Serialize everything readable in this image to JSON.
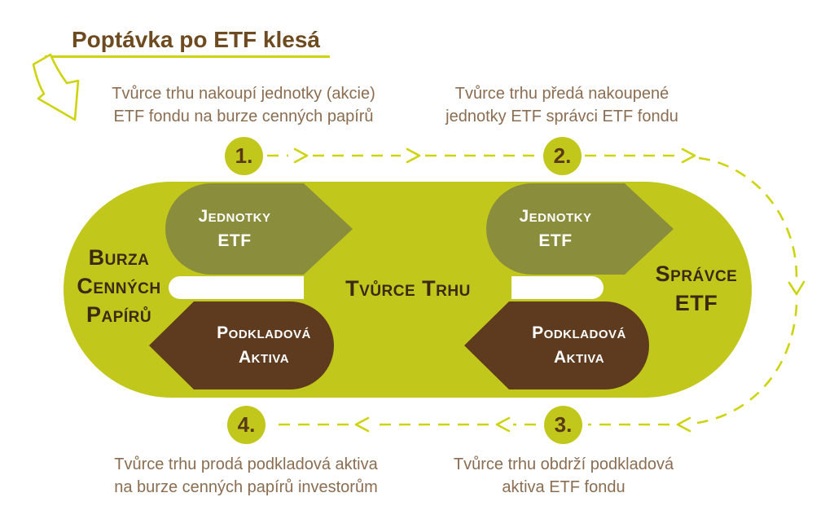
{
  "title": {
    "text": "Poptávka po ETF klesá"
  },
  "steps": [
    {
      "number": "1.",
      "line1": "Tvůrce trhu nakoupí jednotky (akcie)",
      "line2": "ETF fondu na burze cenných papírů"
    },
    {
      "number": "2.",
      "line1": "Tvůrce trhu předá nakoupené",
      "line2": "jednotky ETF správci ETF fondu"
    },
    {
      "number": "3.",
      "line1": "Tvůrce trhu obdrží podkladová",
      "line2": "aktiva ETF fondu"
    },
    {
      "number": "4.",
      "line1": "Tvůrce trhu prodá podkladová aktiva",
      "line2": "na burze cenných papírů investorům"
    }
  ],
  "entities": {
    "exchange": {
      "line1": "Burza",
      "line2": "Cenných",
      "line3": "Papírů"
    },
    "market_maker": "Tvůrce Trhu",
    "etf_manager": {
      "line1": "Správce",
      "line2": "ETF"
    }
  },
  "flows": {
    "etf_units": {
      "line1": "Jednotky",
      "line2": "ETF"
    },
    "underlying_assets": {
      "line1": "Podkladová",
      "line2": "Aktiva"
    }
  },
  "colors": {
    "pill_green": "#C2C71B",
    "line_yellow": "#CDD40E",
    "olive_arrow": "#8A8E3C",
    "brown_arrow": "#5E3B1E",
    "dark_label": "#3B2A13",
    "title_brown": "#6D4A20",
    "step_text_brown": "#8B6D51",
    "step_number_brown": "#5A3917"
  }
}
